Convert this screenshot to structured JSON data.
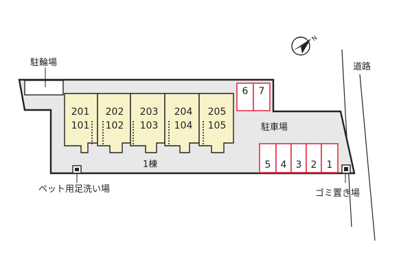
{
  "labels": {
    "bicycle_parking": "駐輪場",
    "road": "道路",
    "parking": "駐車場",
    "building": "1棟",
    "pet_wash": "ペット用足洗い場",
    "garbage": "ゴミ置き場",
    "north_mark": "N"
  },
  "units": [
    {
      "upper": "201",
      "lower": "101"
    },
    {
      "upper": "202",
      "lower": "102"
    },
    {
      "upper": "203",
      "lower": "103"
    },
    {
      "upper": "204",
      "lower": "104"
    },
    {
      "upper": "205",
      "lower": "105"
    }
  ],
  "parking_top": [
    "6",
    "7"
  ],
  "parking_bottom": [
    "5",
    "4",
    "3",
    "2",
    "1"
  ],
  "colors": {
    "site_fill": "#e8e8e8",
    "unit_fill": "#f7f2c8",
    "parking_red": "#e33047",
    "outline": "#222222"
  }
}
